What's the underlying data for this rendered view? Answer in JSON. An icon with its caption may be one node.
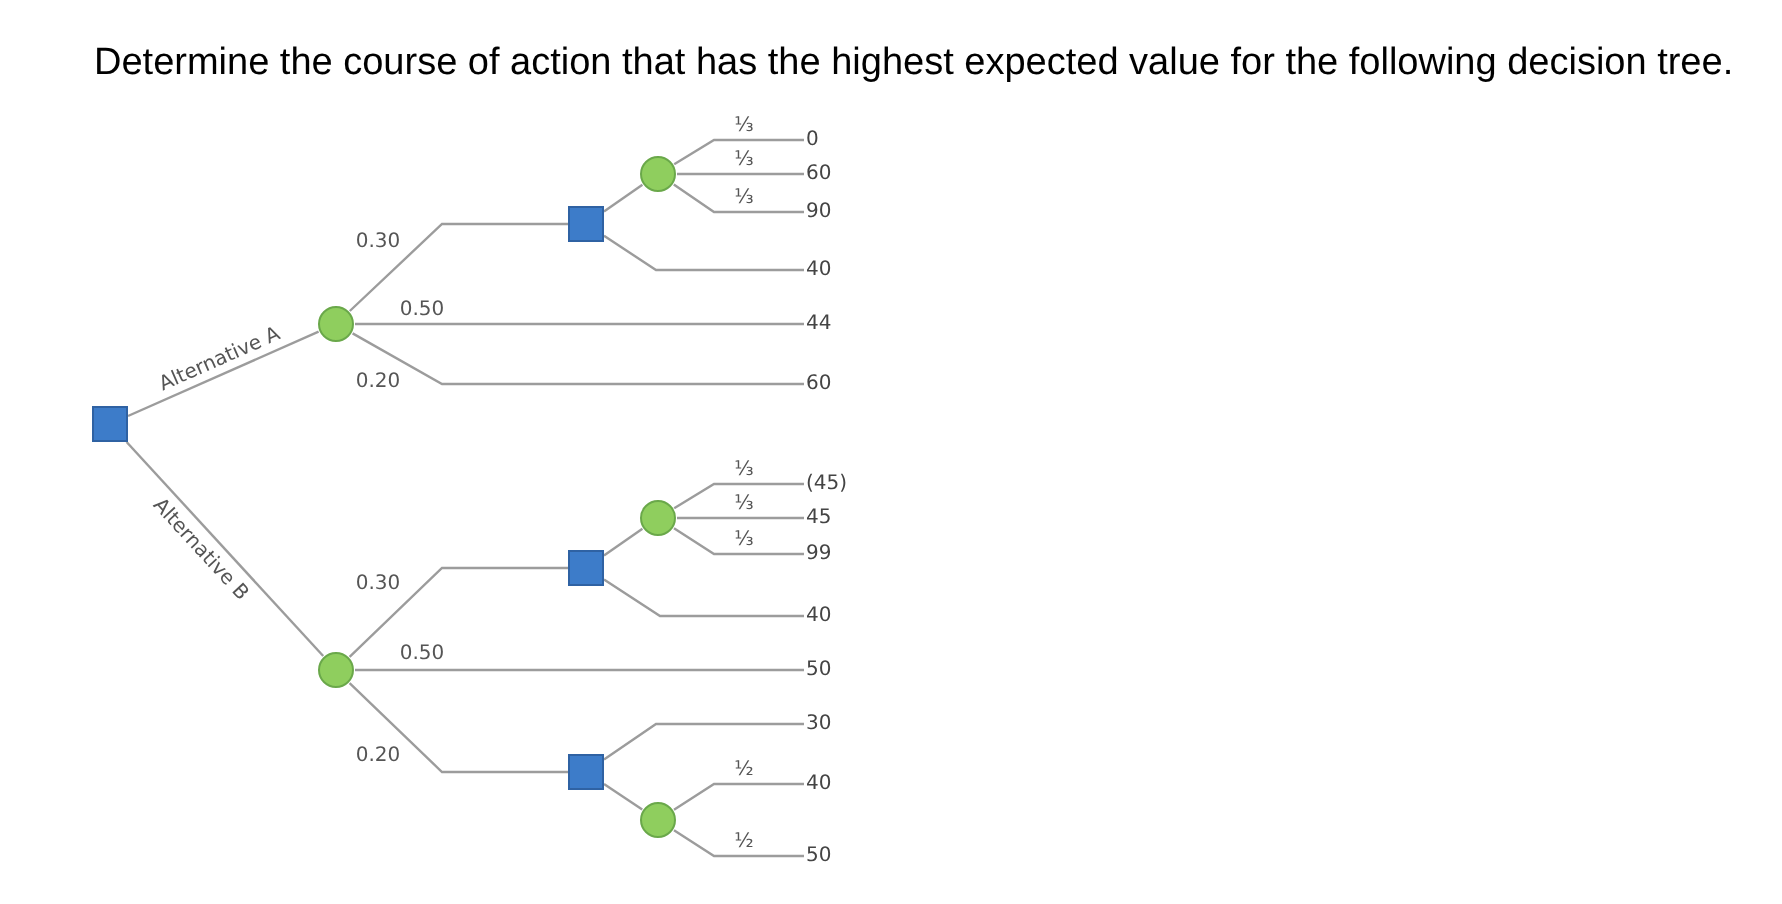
{
  "diagram": {
    "title": "Determine the course of action that has the highest expected value for the following decision tree.",
    "nodes": [
      {
        "text": [],
        "shape": "box"
      },
      {
        "text": [],
        "shape": "circle"
      },
      {
        "text": [],
        "shape": "box"
      },
      {
        "text": [],
        "shape": "circle"
      },
      {
        "text": [
          "0"
        ]
      },
      {
        "text": [
          "60"
        ]
      },
      {
        "text": [
          "90"
        ]
      },
      {
        "text": [
          "40"
        ]
      },
      {
        "text": [
          "44"
        ]
      },
      {
        "text": [
          "60"
        ]
      },
      {
        "text": [],
        "shape": "circle"
      },
      {
        "text": [],
        "shape": "box"
      },
      {
        "text": [],
        "shape": "circle"
      },
      {
        "text": [
          "(45)"
        ]
      },
      {
        "text": [
          "45"
        ]
      },
      {
        "text": [
          "99"
        ]
      },
      {
        "text": [
          "40"
        ]
      },
      {
        "text": [
          "50"
        ]
      },
      {
        "text": [],
        "shape": "box"
      },
      {
        "text": [
          "30"
        ]
      },
      {
        "text": [],
        "shape": "circle"
      },
      {
        "text": [
          "40"
        ]
      },
      {
        "text": [
          "50"
        ]
      }
    ],
    "edges": [
      {
        "from": 0,
        "to": 1,
        "arrow": "none",
        "label": "Alternative A"
      },
      {
        "from": 0,
        "to": 10,
        "arrow": "none",
        "label": "Alternative B"
      },
      {
        "from": 1,
        "to": 2,
        "arrow": "none",
        "label": "0.30"
      },
      {
        "from": 1,
        "to": 8,
        "arrow": "none",
        "label": "0.50"
      },
      {
        "from": 1,
        "to": 9,
        "arrow": "none",
        "label": "0.20"
      },
      {
        "from": 2,
        "to": 3,
        "arrow": "none"
      },
      {
        "from": 2,
        "to": 7,
        "arrow": "none"
      },
      {
        "from": 3,
        "to": 4,
        "arrow": "none",
        "label": "⅓"
      },
      {
        "from": 3,
        "to": 5,
        "arrow": "none",
        "label": "⅓"
      },
      {
        "from": 3,
        "to": 6,
        "arrow": "none",
        "label": "⅓"
      },
      {
        "from": 10,
        "to": 11,
        "arrow": "none",
        "label": "0.30"
      },
      {
        "from": 10,
        "to": 17,
        "arrow": "none",
        "label": "0.50"
      },
      {
        "from": 10,
        "to": 18,
        "arrow": "none",
        "label": "0.20"
      },
      {
        "from": 11,
        "to": 12,
        "arrow": "none"
      },
      {
        "from": 11,
        "to": 16,
        "arrow": "none"
      },
      {
        "from": 12,
        "to": 13,
        "arrow": "none",
        "label": "⅓"
      },
      {
        "from": 12,
        "to": 14,
        "arrow": "none",
        "label": "⅓"
      },
      {
        "from": 12,
        "to": 15,
        "arrow": "none",
        "label": "⅓"
      },
      {
        "from": 18,
        "to": 19,
        "arrow": "none"
      },
      {
        "from": 18,
        "to": 20,
        "arrow": "none"
      },
      {
        "from": 20,
        "to": 21,
        "arrow": "none",
        "label": "½"
      },
      {
        "from": 20,
        "to": 22,
        "arrow": "none",
        "label": "½"
      }
    ]
  }
}
